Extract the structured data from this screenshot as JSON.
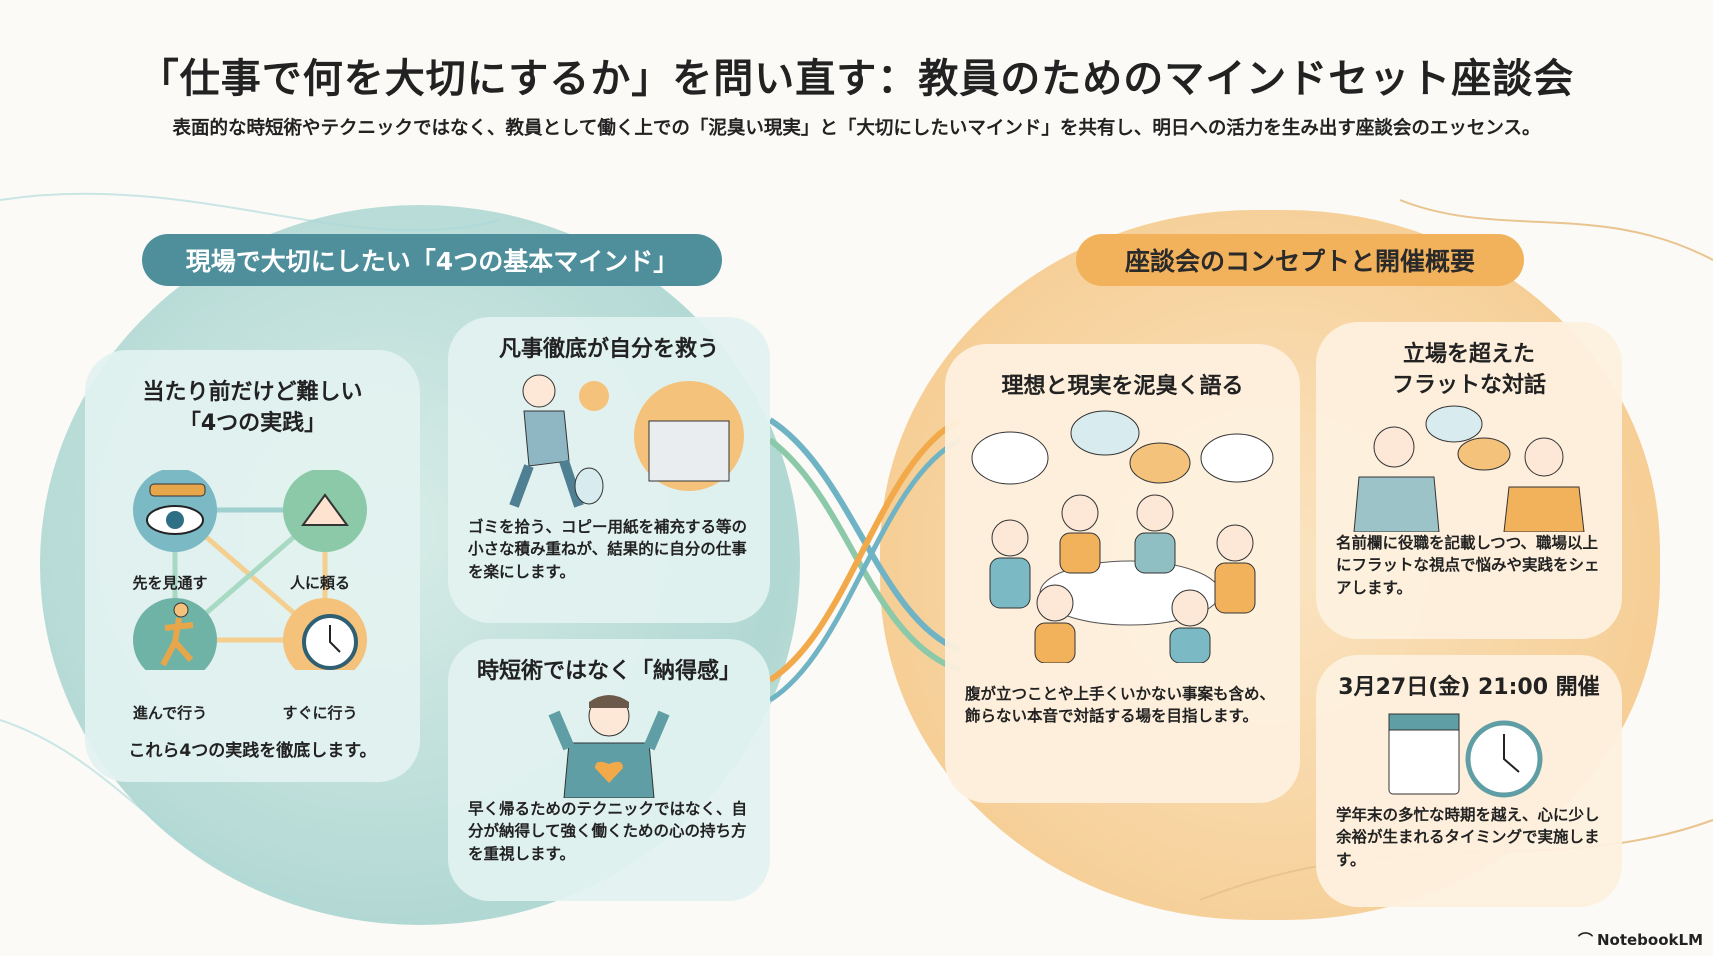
{
  "title": "「仕事で何を大切にするか」を問い直す：教員のためのマインドセット座談会",
  "subtitle": "表面的な時短術やテクニックではなく、教員として働く上での「泥臭い現実」と「大切にしたいマインド」を共有し、明日への活力を生み出す座談会のエッセンス。",
  "left": {
    "header": "現場で大切にしたい「4つの基本マインド」",
    "practices": {
      "title_line1": "当たり前だけど難しい",
      "title_line2": "「4つの実践」",
      "items": [
        {
          "label": "先を見通す",
          "icon": "telescope-eye-icon"
        },
        {
          "label": "人に頼る",
          "icon": "handshake-icon"
        },
        {
          "label": "進んで行う",
          "icon": "running-person-icon"
        },
        {
          "label": "すぐに行う",
          "icon": "stopwatch-icon"
        }
      ],
      "footer": "これら4つの実践を徹底します。"
    },
    "bonji": {
      "title": "凡事徹底が自分を救う",
      "text": "ゴミを拾う、コピー用紙を補充する等の小さな積み重ねが、結果的に自分の仕事を楽にします。"
    },
    "nattoku": {
      "title": "時短術ではなく「納得感」",
      "text": "早く帰るためのテクニックではなく、自分が納得して強く働くための心の持ち方を重視します。"
    }
  },
  "right": {
    "header": "座談会のコンセプトと開催概要",
    "ideal": {
      "title": "理想と現実を泥臭く語る",
      "text": "腹が立つことや上手くいかない事案も含め、飾らない本音で対話する場を目指します。"
    },
    "flat": {
      "title_line1": "立場を超えた",
      "title_line2": "フラットな対話",
      "text": "名前欄に役職を記載しつつ、職場以上にフラットな視点で悩みや実践をシェアします。"
    },
    "date": {
      "title": "3月27日(金) 21:00 開催",
      "text": "学年末の多忙な時期を越え、心に少し余裕が生まれるタイミングで実施します。"
    }
  },
  "brand": "NotebookLM",
  "colors": {
    "teal": "#4f8f9c",
    "orange": "#f2b25c",
    "bg": "#fbfaf6"
  }
}
